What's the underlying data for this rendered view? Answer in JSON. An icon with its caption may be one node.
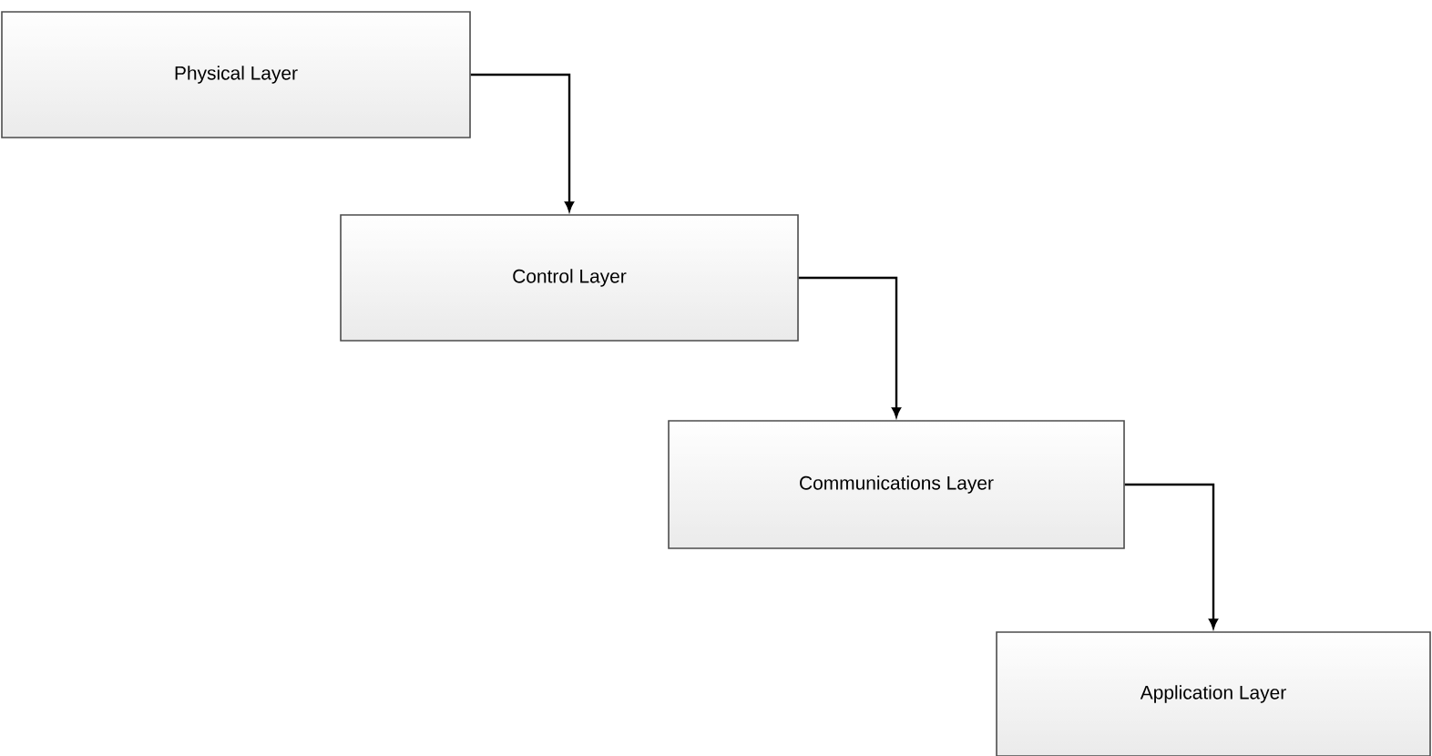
{
  "diagram": {
    "nodes": [
      {
        "text": [
          "Physical Layer"
        ]
      },
      {
        "text": [
          "Control Layer"
        ]
      },
      {
        "text": [
          "Communications Layer"
        ]
      },
      {
        "text": [
          "Application Layer"
        ]
      }
    ],
    "edges": [
      {
        "from": 0,
        "to": 1,
        "arrow": "to"
      },
      {
        "from": 1,
        "to": 2,
        "arrow": "to"
      },
      {
        "from": 2,
        "to": 3,
        "arrow": "to"
      }
    ]
  }
}
